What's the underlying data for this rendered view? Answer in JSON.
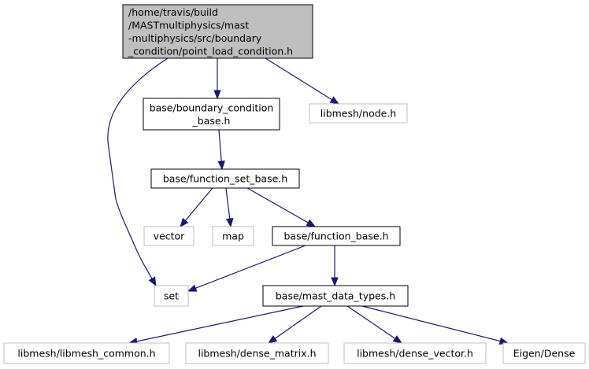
{
  "diagram": {
    "colors": {
      "edge": "#191970",
      "root_fill": "#bfbfbf",
      "internal_border": "#000000",
      "external_border": "#bfbfbf"
    },
    "nodes": [
      {
        "id": "root",
        "kind": "root",
        "lines": [
          "/home/travis/build",
          "/MASTmultiphysics/mast",
          "-multiphysics/src/boundary",
          "_condition/point_load_condition.h"
        ]
      },
      {
        "id": "bc_base",
        "kind": "internal",
        "lines": [
          "base/boundary_condition",
          "_base.h"
        ]
      },
      {
        "id": "node_h",
        "kind": "external",
        "lines": [
          "libmesh/node.h"
        ]
      },
      {
        "id": "fset_base",
        "kind": "internal",
        "lines": [
          "base/function_set_base.h"
        ]
      },
      {
        "id": "vector",
        "kind": "external",
        "lines": [
          "vector"
        ]
      },
      {
        "id": "map",
        "kind": "external",
        "lines": [
          "map"
        ]
      },
      {
        "id": "func_base",
        "kind": "internal",
        "lines": [
          "base/function_base.h"
        ]
      },
      {
        "id": "set",
        "kind": "external",
        "lines": [
          "set"
        ]
      },
      {
        "id": "mast_types",
        "kind": "internal",
        "lines": [
          "base/mast_data_types.h"
        ]
      },
      {
        "id": "lm_common",
        "kind": "external",
        "lines": [
          "libmesh/libmesh_common.h"
        ]
      },
      {
        "id": "dense_matrix",
        "kind": "external",
        "lines": [
          "libmesh/dense_matrix.h"
        ]
      },
      {
        "id": "dense_vector",
        "kind": "external",
        "lines": [
          "libmesh/dense_vector.h"
        ]
      },
      {
        "id": "eigen",
        "kind": "external",
        "lines": [
          "Eigen/Dense"
        ]
      }
    ],
    "edges": [
      {
        "from": "root",
        "to": "bc_base"
      },
      {
        "from": "root",
        "to": "node_h"
      },
      {
        "from": "root",
        "to": "set"
      },
      {
        "from": "bc_base",
        "to": "fset_base"
      },
      {
        "from": "fset_base",
        "to": "vector"
      },
      {
        "from": "fset_base",
        "to": "map"
      },
      {
        "from": "fset_base",
        "to": "func_base"
      },
      {
        "from": "func_base",
        "to": "set"
      },
      {
        "from": "func_base",
        "to": "mast_types"
      },
      {
        "from": "mast_types",
        "to": "lm_common"
      },
      {
        "from": "mast_types",
        "to": "dense_matrix"
      },
      {
        "from": "mast_types",
        "to": "dense_vector"
      },
      {
        "from": "mast_types",
        "to": "eigen"
      }
    ]
  }
}
